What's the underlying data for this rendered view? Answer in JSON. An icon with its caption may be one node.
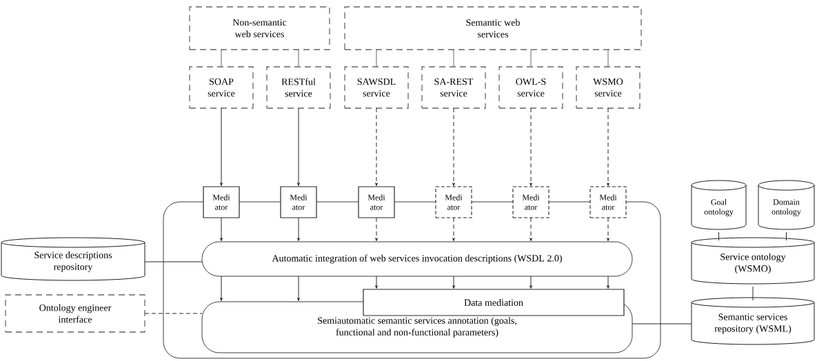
{
  "diagram": {
    "nodes": [
      {
        "text": [
          "Non-semantic web services"
        ]
      },
      {
        "text": [
          "Semantic web services"
        ]
      },
      {
        "text": [
          "SOAP service"
        ]
      },
      {
        "text": [
          "RESTful service"
        ]
      },
      {
        "text": [
          "SAWSDL service"
        ]
      },
      {
        "text": [
          "SA-REST service"
        ]
      },
      {
        "text": [
          "OWL-S service"
        ]
      },
      {
        "text": [
          "WSMO service"
        ]
      },
      {
        "text": [
          "Medi ator"
        ]
      },
      {
        "text": [
          "Medi ator"
        ]
      },
      {
        "text": [
          "Medi ator"
        ]
      },
      {
        "text": [
          "Medi ator"
        ]
      },
      {
        "text": [
          "Medi ator"
        ]
      },
      {
        "text": [
          "Medi ator"
        ]
      },
      {
        "text": [],
        "shape": "box"
      },
      {
        "text": [
          "Service descriptions repository"
        ]
      },
      {
        "text": [
          "Automatic integration of web services invocation descriptions (WSDL 2.0)"
        ],
        "in": 14
      },
      {
        "text": [
          "Data mediation"
        ],
        "in": 14
      },
      {
        "text": [
          "Ontology engineer interface"
        ]
      },
      {
        "text": [
          "Semiautomatic semantic services annotation (goals, functional and non-functional parameters)"
        ],
        "in": 14
      },
      {
        "text": [
          "Goal ontology"
        ]
      },
      {
        "text": [
          "Domain ontology"
        ]
      },
      {
        "text": [
          "Service ontology (WSMO)"
        ]
      },
      {
        "text": [
          "Semantic services repository (WSML)"
        ]
      }
    ],
    "edges": [
      {
        "from": 0,
        "to": 2,
        "arrow": "none",
        "color": "#666666"
      },
      {
        "from": 0,
        "to": 3,
        "arrow": "none",
        "color": "#666666"
      },
      {
        "from": 1,
        "to": 4,
        "arrow": "none",
        "color": "#666666"
      },
      {
        "from": 1,
        "to": 5,
        "arrow": "none",
        "color": "#666666"
      },
      {
        "from": 1,
        "to": 6,
        "arrow": "none",
        "color": "#666666"
      },
      {
        "from": 1,
        "to": 7,
        "arrow": "none",
        "color": "#666666"
      },
      {
        "from": 2,
        "to": 8,
        "arrow": "to"
      },
      {
        "from": 3,
        "to": 9,
        "arrow": "to"
      },
      {
        "from": 4,
        "to": 10,
        "arrow": "to",
        "style": "dashed"
      },
      {
        "from": 5,
        "to": 11,
        "arrow": "to",
        "style": "dashed"
      },
      {
        "from": 6,
        "to": 12,
        "arrow": "to",
        "style": "dashed"
      },
      {
        "from": 7,
        "to": 13,
        "arrow": "to",
        "style": "dashed"
      },
      {
        "from": 8,
        "to": 16,
        "arrow": "to"
      },
      {
        "from": 9,
        "to": 16,
        "arrow": "to"
      },
      {
        "from": 10,
        "to": 16,
        "arrow": "to",
        "style": "dashed"
      },
      {
        "from": 11,
        "to": 16,
        "arrow": "to",
        "style": "dashed"
      },
      {
        "from": 12,
        "to": 16,
        "arrow": "to",
        "style": "dashed"
      },
      {
        "from": 13,
        "to": 16,
        "arrow": "to",
        "style": "dashed"
      },
      {
        "from": 16,
        "to": 19,
        "arrow": "to"
      },
      {
        "from": 16,
        "to": 19,
        "arrow": "to"
      },
      {
        "from": 16,
        "to": 17,
        "arrow": "to"
      },
      {
        "from": 16,
        "to": 17,
        "arrow": "to"
      },
      {
        "from": 16,
        "to": 17,
        "arrow": "to"
      },
      {
        "from": 16,
        "to": 17,
        "arrow": "to"
      },
      {
        "from": 15,
        "to": 16,
        "arrow": "none"
      },
      {
        "from": 18,
        "to": 19,
        "arrow": "none",
        "style": "dashed"
      },
      {
        "from": 20,
        "to": 22,
        "arrow": "none"
      },
      {
        "from": 21,
        "to": 22,
        "arrow": "none"
      },
      {
        "from": 22,
        "to": 23,
        "arrow": "none"
      },
      {
        "from": 23,
        "to": 19,
        "arrow": "none"
      }
    ]
  }
}
